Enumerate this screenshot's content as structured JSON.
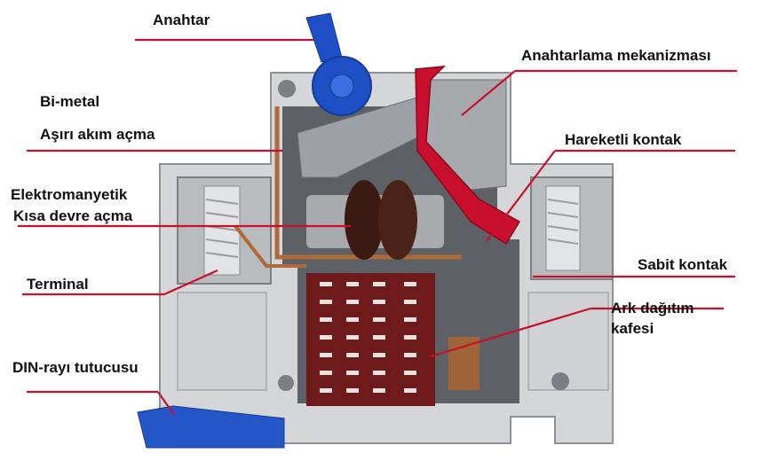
{
  "diagram": {
    "labels": {
      "anahtar": "Anahtar",
      "anahtarlama_mekanizmasi": "Anahtarlama mekanizması",
      "bi_metal": "Bi-metal",
      "asiri_akim_acma": "Aşırı akım açma",
      "hareketli_kontak": "Hareketli kontak",
      "elektromanyetik": "Elektromanyetik",
      "kisa_devre_acma": "Kısa devre açma",
      "sabit_kontak": "Sabit kontak",
      "terminal": "Terminal",
      "ark_dagitim_line1": "Ark dağıtım",
      "ark_dagitim_line2": "kafesi",
      "din_rayi_tutucusu": "DIN-rayı tutucusu"
    },
    "colors": {
      "leader": "#c8102e",
      "housing": "#d4d6d8",
      "housing_dark": "#8e9296",
      "switch_blue": "#1f4fc4",
      "lever_red": "#c8102e",
      "copper": "#b06a3a",
      "arc_chute": "#6e1a1a",
      "coil": "#3a1a12",
      "din_clip": "#2456c8"
    }
  }
}
